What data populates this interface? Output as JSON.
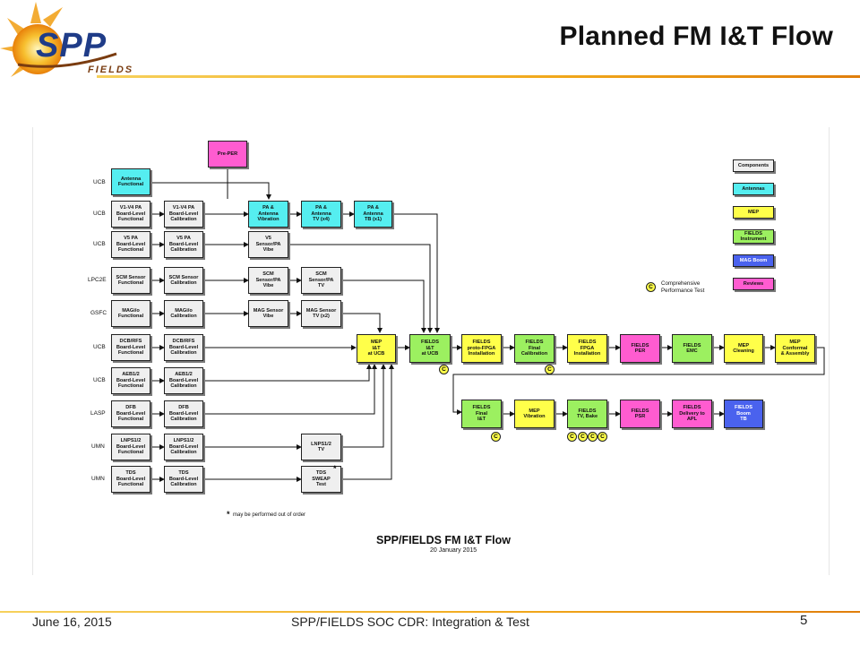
{
  "slide": {
    "title": "Planned FM I&T Flow",
    "logo_text": "SPP",
    "logo_subtext": "FIELDS"
  },
  "footer": {
    "date": "June 16, 2015",
    "center": "SPP/FIELDS SOC CDR: Integration & Test",
    "page": "5"
  },
  "diagram": {
    "title": "SPP/FIELDS FM I&T Flow",
    "date": "20 January 2015",
    "note_star": "*",
    "note": "may be performed out of order",
    "sites": [
      "UCB",
      "UCB",
      "UCB",
      "LPC2E",
      "GSFC",
      "UCB",
      "UCB",
      "LASP",
      "UMN",
      "UMN"
    ],
    "boxes": {
      "pre_per": "Pre-PER",
      "antenna_functional": "Antenna\nFunctional",
      "v14_func": "V1-V4 PA\nBoard-Level\nFunctional",
      "v14_cal": "V1-V4 PA\nBoard-Level\nCalibration",
      "v5_func": "V5 PA\nBoard-Level\nFunctional",
      "v5_cal": "V5 PA\nBoard-Level\nCalibration",
      "scm_func": "SCM Sensor\nFunctional",
      "scm_cal": "SCM Sensor\nCalibration",
      "mag_func": "MAGi/o\nFunctional",
      "mag_cal": "MAGi/o\nCalibration",
      "dcb_func": "DCB/RFS\nBoard-Level\nFunctional",
      "dcb_cal": "DCB/RFS\nBoard-Level\nCalibration",
      "aeb_func": "AEB1/2\nBoard-Level\nFunctional",
      "aeb_cal": "AEB1/2\nBoard-Level\nCalibration",
      "dfb_func": "DFB\nBoard-Level\nFunctional",
      "dfb_cal": "DFB\nBoard-Level\nCalibration",
      "lnps_func": "LNPS1/2\nBoard-Level\nFunctional",
      "lnps_cal": "LNPS1/2\nBoard-Level\nCalibration",
      "tds_func": "TDS\nBoard-Level\nFunctional",
      "tds_cal": "TDS\nBoard-Level\nCalibration",
      "pa_vib": "PA &\nAntenna\nVibration",
      "pa_tv": "PA &\nAntenna\nTV (x4)",
      "pa_tb": "PA &\nAntenna\nTB (x1)",
      "v5_vibe": "V5\nSensor/PA\nVibe",
      "scm_vibe": "SCM\nSensor/PA\nVibe",
      "scm_tv": "SCM\nSensor/PA\nTV",
      "mag_vibe": "MAG Sensor\nVibe",
      "mag_tv": "MAG Sensor\nTV (x2)",
      "lnps_tv": "LNPS1/2\nTV",
      "tds_sweap": "TDS\nSWEAP\nTest",
      "mep_it": "MEP\nI&T\nat UCB",
      "fields_it": "FIELDS\nI&T\nat UCB",
      "proto_fpga": "FIELDS\nproto-FPGA\nInstallation",
      "final_cal": "FIELDS\nFinal\nCalibration",
      "fpga_inst": "FIELDS\nFPGA\nInstallation",
      "fields_per": "FIELDS\nPER",
      "fields_emc": "FIELDS\nEMC",
      "mep_clean": "MEP\nCleaning",
      "mep_conformal": "MEP\nConformal\n& Assembly",
      "final_it": "FIELDS\nFinal\nI&T",
      "mep_vib": "MEP\nVibration",
      "tv_bake": "FIELDS\nTV, Bake",
      "fields_psr": "FIELDS\nPSR",
      "delivery": "FIELDS\nDelivery to\nAPL",
      "boom_tb": "FIELDS\nBoom\nTB"
    },
    "c_label": "C",
    "legend": {
      "components": "Components",
      "antennas": "Antennas",
      "mep": "MEP",
      "fields_instrument": "FIELDS\nInstrument",
      "mag_boom": "MAG Boom",
      "reviews": "Reviews",
      "c_text": "Comprehensive\nPerformance Test"
    },
    "colors": {
      "components": "#efefef",
      "antennas": "#55eef0",
      "mep": "#ffff4a",
      "fields": "#9cf060",
      "mag_boom": "#4a62ee",
      "reviews": "#ff5cd0"
    }
  }
}
